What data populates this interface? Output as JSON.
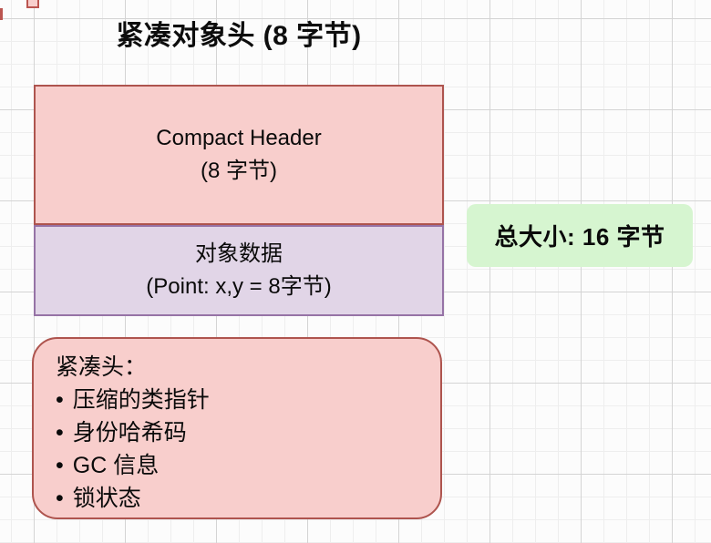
{
  "canvas": {
    "title": "紧凑对象头 (8 字节)"
  },
  "memory_stack": {
    "compact_header_box": {
      "line1": "Compact Header",
      "line2": "(8 字节)"
    },
    "object_data_box": {
      "line1": "对象数据",
      "line2": "(Point: x,y = 8字节)"
    }
  },
  "total_size_badge": {
    "text": "总大小: 16 字节"
  },
  "details_box": {
    "heading": "紧凑头：",
    "bullet": "•",
    "items": [
      "压缩的类指针",
      "身份哈希码",
      "GC 信息",
      "锁状态"
    ]
  },
  "colors": {
    "box_pink_fill": "#f8cecc",
    "box_pink_border": "#ae544e",
    "box_purple_fill": "#e1d5e7",
    "box_purple_border": "#9673a6",
    "badge_green_fill": "#d6f5d0",
    "grid_minor": "#eeeeee",
    "grid_major": "#d4d4d4",
    "text": "#0a0a0a"
  }
}
